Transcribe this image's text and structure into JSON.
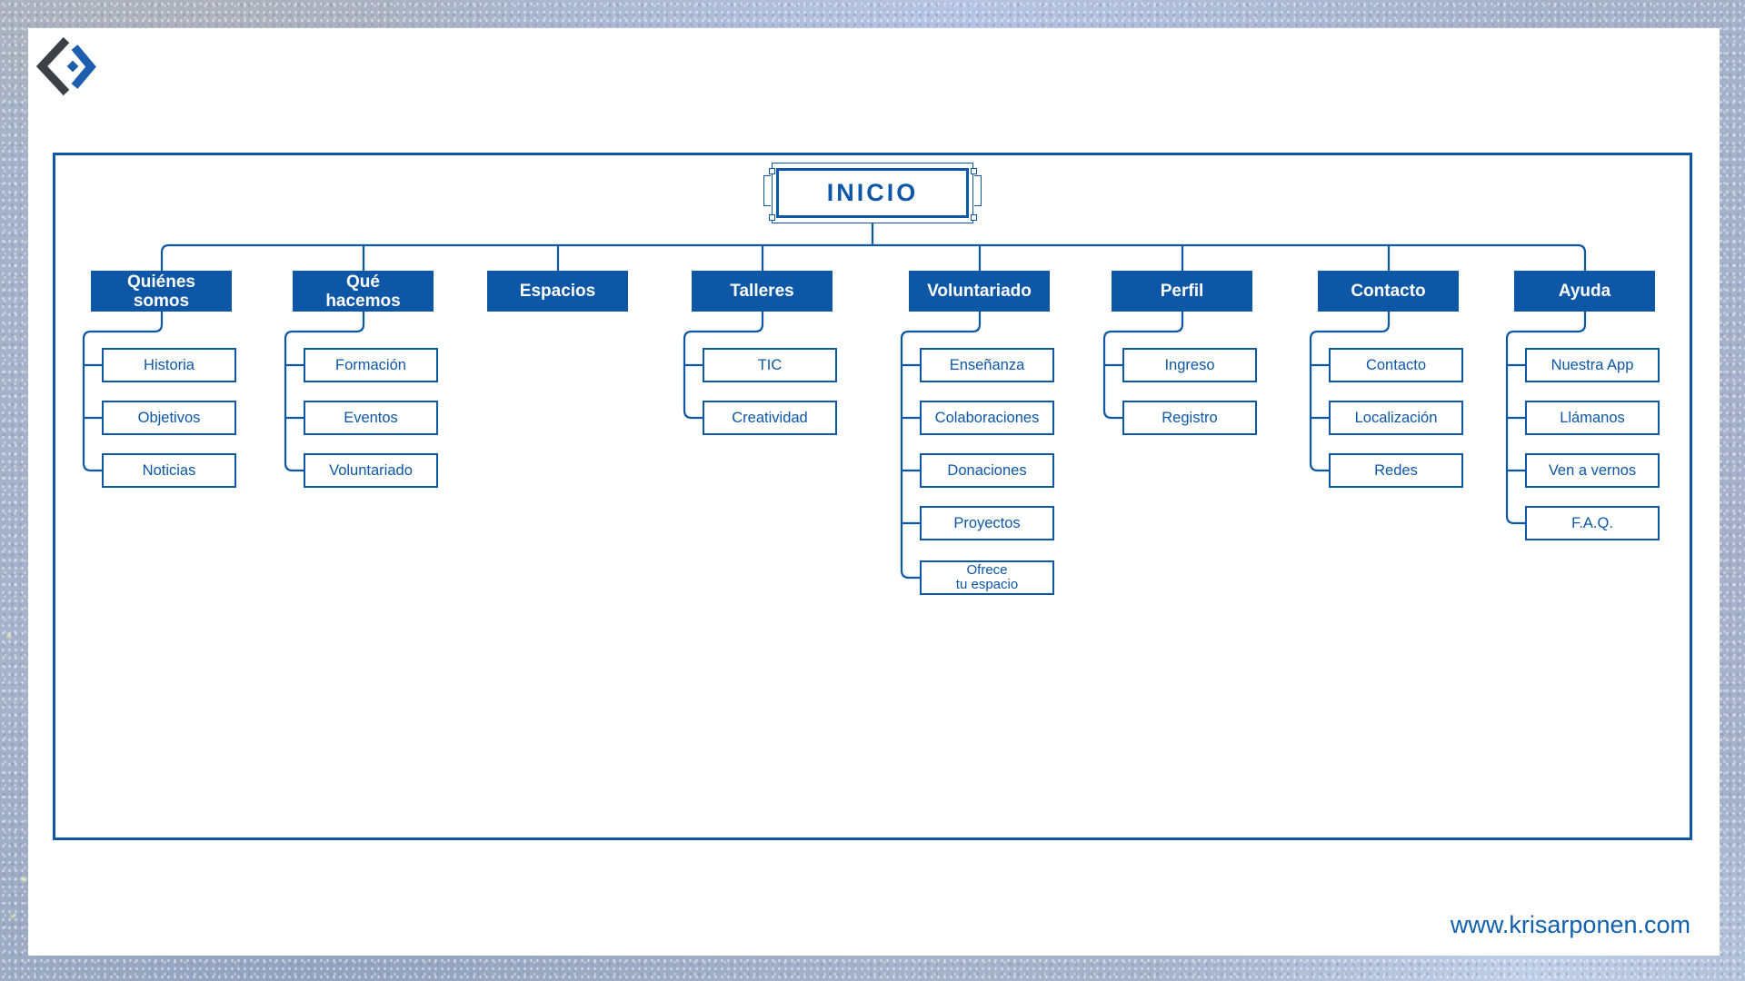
{
  "brand": {
    "logo_icon": "diamond-logo-icon"
  },
  "watermark": "www.krisarponen.com",
  "sitemap": {
    "root": "INICIO",
    "columns": [
      {
        "label": "Quiénes\nsomos",
        "children": [
          "Historia",
          "Objetivos",
          "Noticias"
        ]
      },
      {
        "label": "Qué\nhacemos",
        "children": [
          "Formación",
          "Eventos",
          "Voluntariado"
        ]
      },
      {
        "label": "Espacios",
        "children": []
      },
      {
        "label": "Talleres",
        "children": [
          "TIC",
          "Creatividad"
        ]
      },
      {
        "label": "Voluntariado",
        "children": [
          "Enseñanza",
          "Colaboraciones",
          "Donaciones",
          "Proyectos",
          "Ofrece\ntu espacio"
        ]
      },
      {
        "label": "Perfil",
        "children": [
          "Ingreso",
          "Registro"
        ]
      },
      {
        "label": "Contacto",
        "children": [
          "Contacto",
          "Localización",
          "Redes"
        ]
      },
      {
        "label": "Ayuda",
        "children": [
          "Nuestra App",
          "Llámanos",
          "Ven a vernos",
          "F.A.Q."
        ]
      }
    ]
  },
  "colors": {
    "primary": "#0d57a6",
    "logo_dark": "#3b4147",
    "logo_blue": "#1d5fae",
    "background_tint": "#a6b2c9"
  }
}
